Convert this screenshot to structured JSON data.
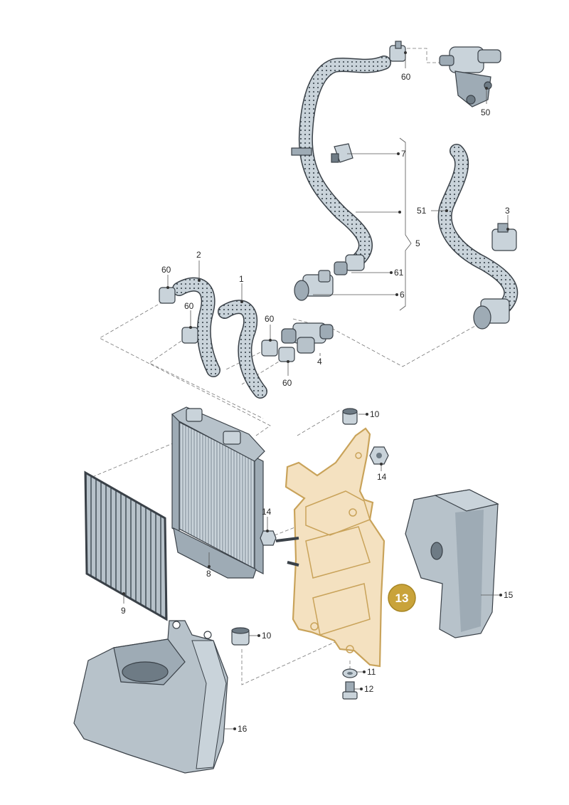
{
  "labels": {
    "p1": "1",
    "p2": "2",
    "p3": "3",
    "p4": "4",
    "p5": "5",
    "p6": "6",
    "p7": "7",
    "p8": "8",
    "p9": "9",
    "p10a": "10",
    "p10b": "10",
    "p11": "11",
    "p12": "12",
    "p13": "13",
    "p14a": "14",
    "p14b": "14",
    "p15": "15",
    "p16": "16",
    "p50": "50",
    "p51": "51",
    "p60a": "60",
    "p60b": "60",
    "p60c": "60",
    "p60d": "60",
    "p60e": "60",
    "p61": "61"
  },
  "colors": {
    "part_fill": "#c9d3da",
    "part_shade": "#9eabb5",
    "part_dark": "#6e7b85",
    "highlight_fill": "#f4e1c0",
    "highlight_stroke": "#c9a35a",
    "badge_fill": "#c9a33a",
    "badge_text": "#ffffff"
  },
  "highlighted_part": "13"
}
